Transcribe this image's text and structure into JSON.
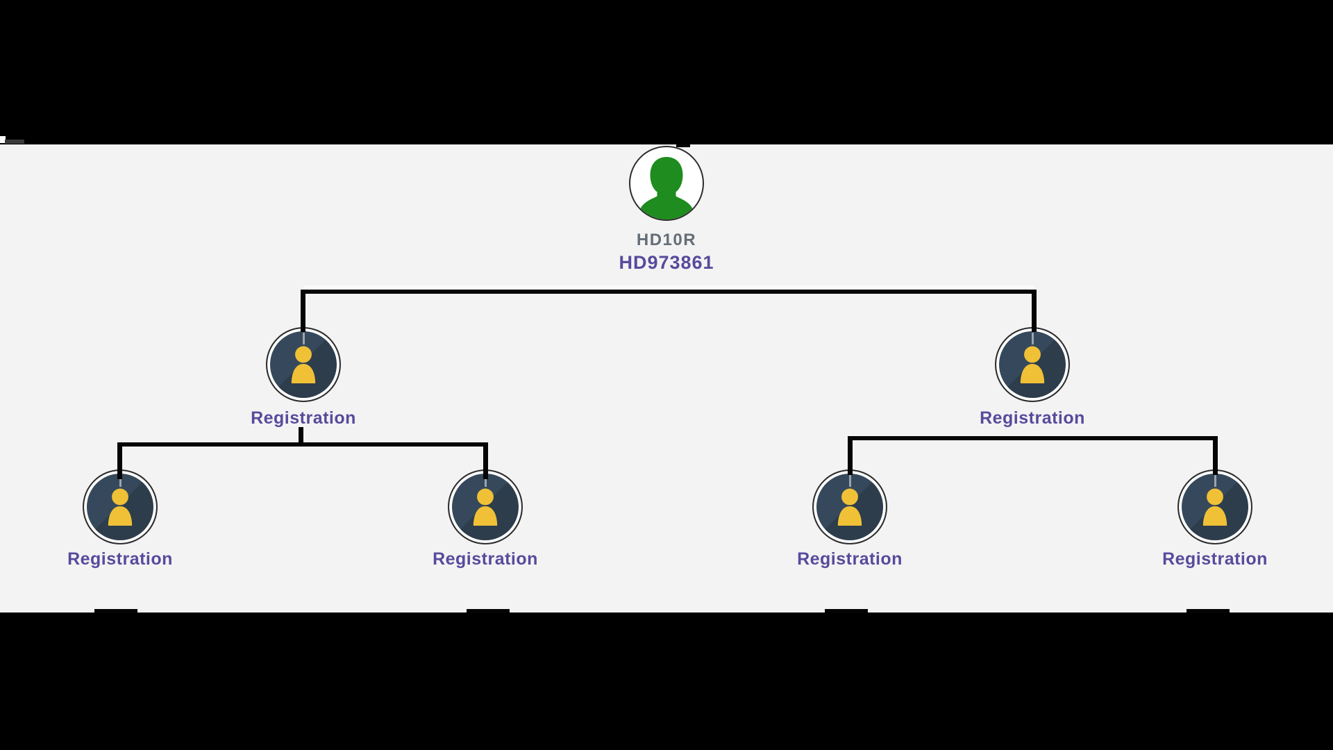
{
  "page": {
    "frame_color": "#000000",
    "canvas_color": "#f3f3f3"
  },
  "org_chart": {
    "root": {
      "name": "HD10R",
      "code": "HD973861",
      "avatar_icon": "person-silhouette-icon",
      "avatar_color": "#1e8c1e",
      "avatar_background": "#ffffff"
    },
    "level2": [
      {
        "label": "Registration"
      },
      {
        "label": "Registration"
      }
    ],
    "level3": [
      {
        "label": "Registration"
      },
      {
        "label": "Registration"
      },
      {
        "label": "Registration"
      },
      {
        "label": "Registration"
      }
    ],
    "colors": {
      "node_fill": "#36495c",
      "node_icon_gold": "#f0c137",
      "node_ring": "#ffffff",
      "node_outline": "#2d2d2d",
      "label_purple": "#584a9c",
      "root_name_gray": "#656d76",
      "connector_black": "#050505"
    }
  }
}
